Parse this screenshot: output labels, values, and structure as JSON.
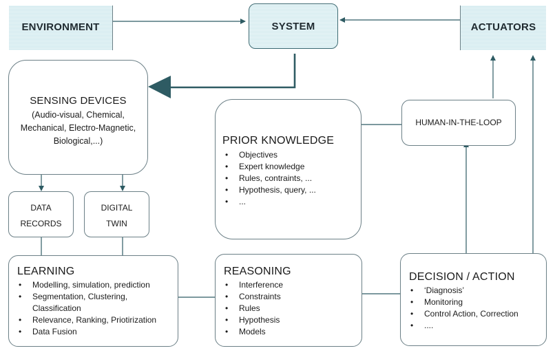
{
  "environment": "ENVIRONMENT",
  "system": "SYSTEM",
  "actuators": "ACTUATORS",
  "sensing": {
    "title": "SENSING DEVICES",
    "lines": [
      "(Audio-visual, Chemical,",
      "Mechanical, Electro-Magnetic,",
      "Biological,...)"
    ]
  },
  "data_records": [
    "DATA",
    "RECORDS"
  ],
  "digital_twin": [
    "DIGITAL",
    "TWIN"
  ],
  "prior_knowledge": {
    "title": "PRIOR KNOWLEDGE",
    "items": [
      "Objectives",
      "Expert knowledge",
      "Rules, contraints, ...",
      "Hypothesis, query, ...",
      "..."
    ]
  },
  "human_in_loop": "HUMAN-IN-THE-LOOP",
  "learning": {
    "title": "LEARNING",
    "items": [
      "Modelling, simulation, prediction",
      "Segmentation, Clustering,",
      "Relevance, Ranking, Priotirization",
      "Data Fusion"
    ],
    "continuation": "Classification"
  },
  "reasoning": {
    "title": "REASONING",
    "items": [
      "Interference",
      "Constraints",
      "Rules",
      "Hypothesis",
      "Models"
    ]
  },
  "decision": {
    "title": "DECISION / ACTION",
    "items": [
      "‘Diagnosis’",
      "Monitoring",
      "Control Action, Correction",
      "...."
    ]
  },
  "colors": {
    "line": "#2e5b63",
    "border": "#6b7f86",
    "stripe": "#cfe8ed"
  }
}
